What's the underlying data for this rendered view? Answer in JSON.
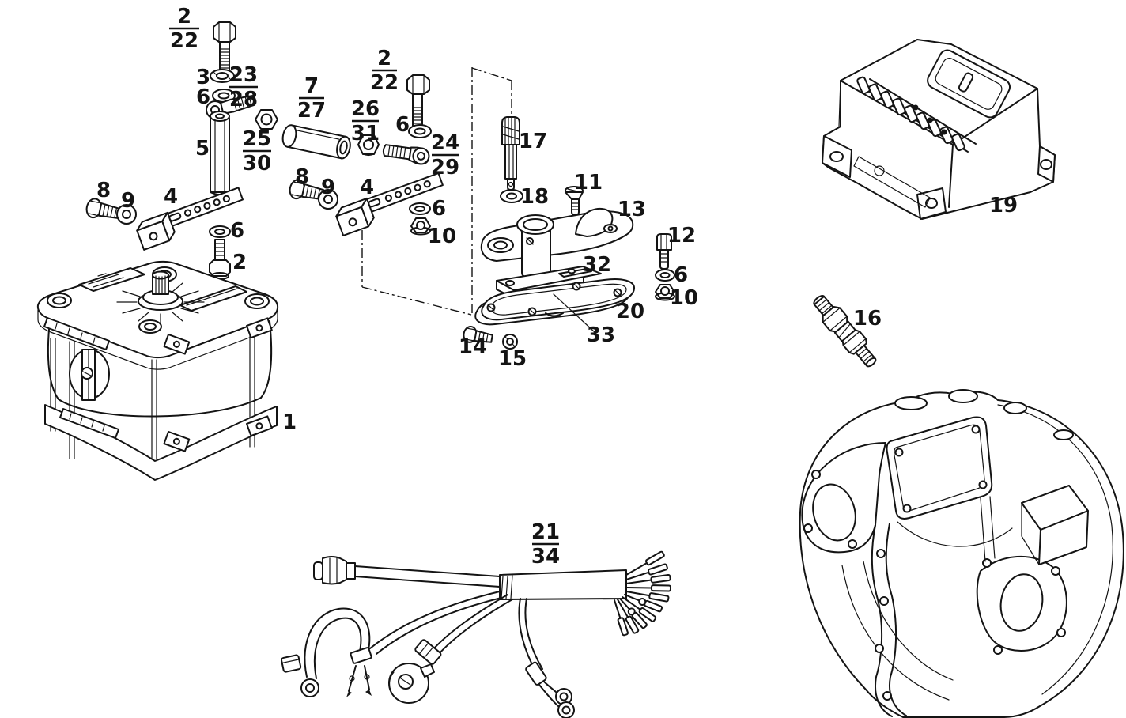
{
  "diagram": {
    "kind": "exploded-parts-diagram",
    "colors": {
      "ink": "#141414",
      "paper": "#ffffff"
    },
    "labels": {
      "f2_22a": {
        "num": "2",
        "den": "22"
      },
      "p3": "3",
      "f23_28": {
        "num": "23",
        "den": "28"
      },
      "p6a": "6",
      "p5": "5",
      "f25_30": {
        "num": "25",
        "den": "30"
      },
      "f7_27": {
        "num": "7",
        "den": "27"
      },
      "f26_31": {
        "num": "26",
        "den": "31"
      },
      "f2_22b": {
        "num": "2",
        "den": "22"
      },
      "p6b": "6",
      "f24_29": {
        "num": "24",
        "den": "29"
      },
      "p8a": "8",
      "p9a": "9",
      "p4a": "4",
      "p6c": "6",
      "p2c": "2",
      "p8b": "8",
      "p9b": "9",
      "p4b": "4",
      "p6d": "6",
      "p10a": "10",
      "p17": "17",
      "p18": "18",
      "p11": "11",
      "p13": "13",
      "p12": "12",
      "p6e": "6",
      "p10b": "10",
      "p32": "32",
      "p20": "20",
      "p33": "33",
      "p14": "14",
      "p15": "15",
      "p19": "19",
      "p16": "16",
      "p1": "1",
      "f21_34": {
        "num": "21",
        "den": "34"
      }
    }
  }
}
